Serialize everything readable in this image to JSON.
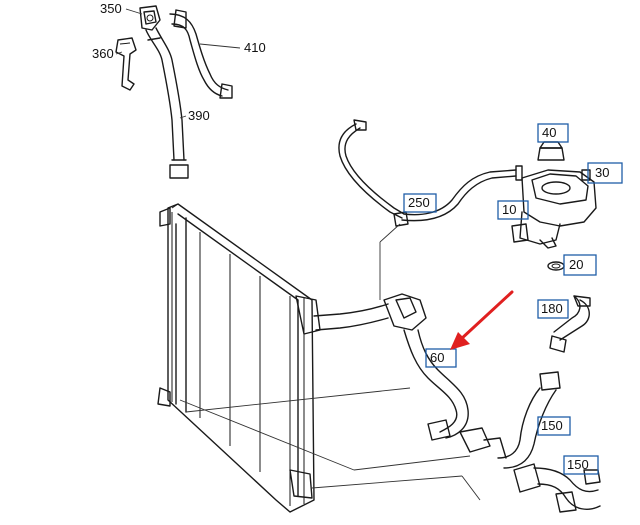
{
  "callouts": {
    "c350": "350",
    "c360": "360",
    "c410": "410",
    "c390": "390",
    "c40": "40",
    "c30": "30",
    "c10": "10",
    "c250": "250",
    "c20": "20",
    "c180": "180",
    "c60": "60",
    "c150a": "150",
    "c150b": "150"
  },
  "colors": {
    "callout_box": "#1f5ea8",
    "arrow": "#e02020",
    "line_art": "#1a1a1a"
  }
}
